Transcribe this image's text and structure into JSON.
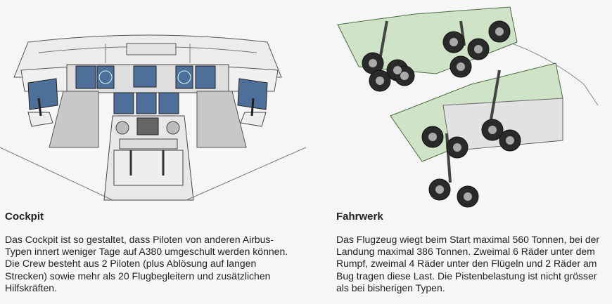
{
  "cockpit": {
    "title": "Cockpit",
    "text": "Das Cockpit ist so gestaltet, dass Piloten von anderen Airbus-Typen innert weniger Tage auf A380 umgeschult werden können. Die Crew besteht aus 2 Piloten (plus Ablösung auf langen Strecken) sowie mehr als 20 Flugbegleitern und zusätzlichen Hilfskräften.",
    "illustration": "cockpit-illustration"
  },
  "fahrwerk": {
    "title": "Fahrwerk",
    "text": "Das Flugzeug wiegt beim Start maximal 560 Tonnen, bei der Landung maximal 386 Tonnen. Zweimal 6 Räder unter dem Rumpf, zweimal 4 Räder unter den Flügeln und 2 Räder am Bug tragen diese Last. Die Pistenbelastung ist nicht grösser als bei bisherigen Typen.",
    "illustration": "landing-gear-illustration"
  },
  "colors": {
    "background": "#f6f6f6",
    "screen": "#4d6f99",
    "gear_green": "#cfe3c6",
    "tire": "#2a2a2a"
  }
}
